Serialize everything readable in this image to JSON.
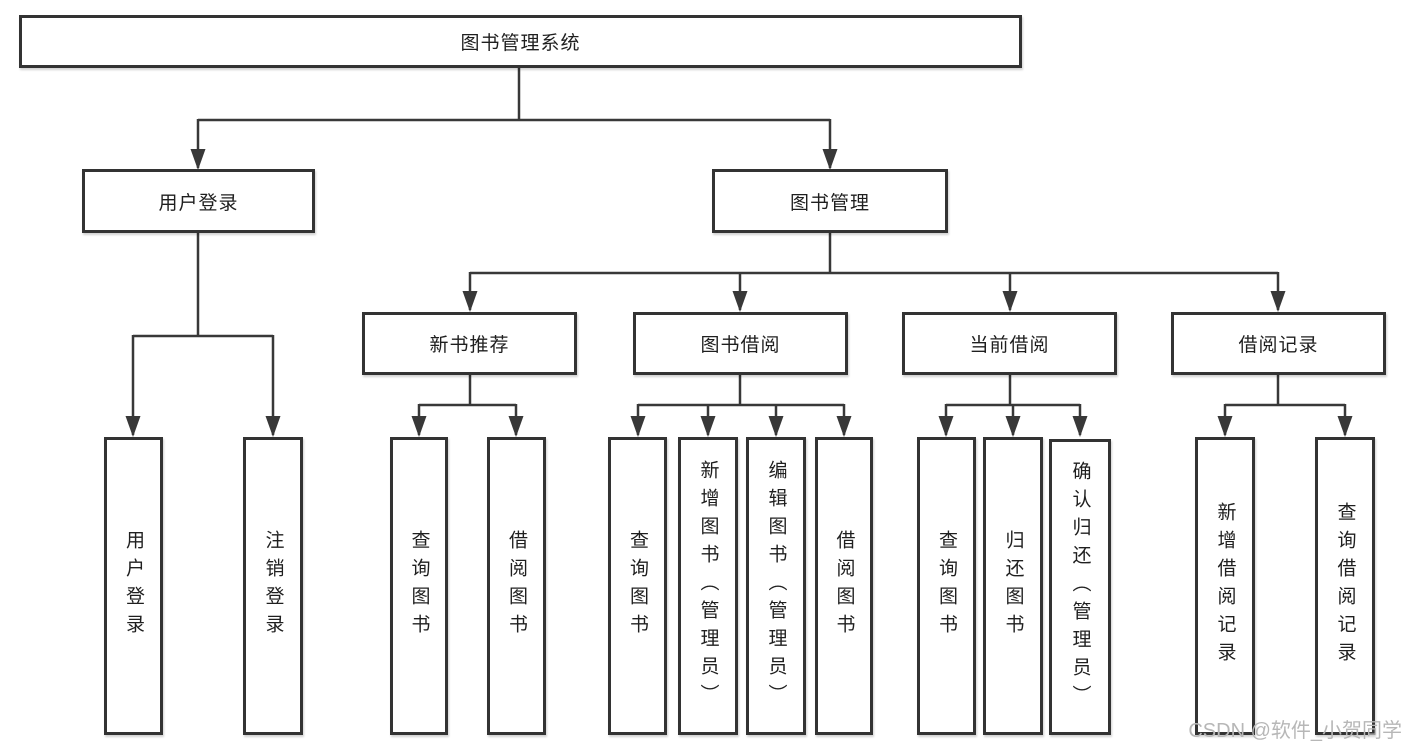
{
  "diagram": {
    "title": "图书管理系统",
    "branches": [
      {
        "label": "用户登录",
        "children": [
          {
            "label": "用户登录"
          },
          {
            "label": "注销登录"
          }
        ]
      },
      {
        "label": "图书管理",
        "children": [
          {
            "label": "新书推荐",
            "children": [
              {
                "label": "查询图书"
              },
              {
                "label": "借阅图书"
              }
            ]
          },
          {
            "label": "图书借阅",
            "children": [
              {
                "label": "查询图书"
              },
              {
                "label": "新增图书（管理员）"
              },
              {
                "label": "编辑图书（管理员）"
              },
              {
                "label": "借阅图书"
              }
            ]
          },
          {
            "label": "当前借阅",
            "children": [
              {
                "label": "查询图书"
              },
              {
                "label": "归还图书"
              },
              {
                "label": "确认归还（管理员）"
              }
            ]
          },
          {
            "label": "借阅记录",
            "children": [
              {
                "label": "新增借阅记录"
              },
              {
                "label": "查询借阅记录"
              }
            ]
          }
        ]
      }
    ]
  },
  "watermark": "CSDN @软件_小贺同学",
  "colors": {
    "line": "#383838",
    "box_border": "#333333",
    "text": "#1f1f1f",
    "watermark": "#b7b7b7",
    "background": "#ffffff"
  }
}
